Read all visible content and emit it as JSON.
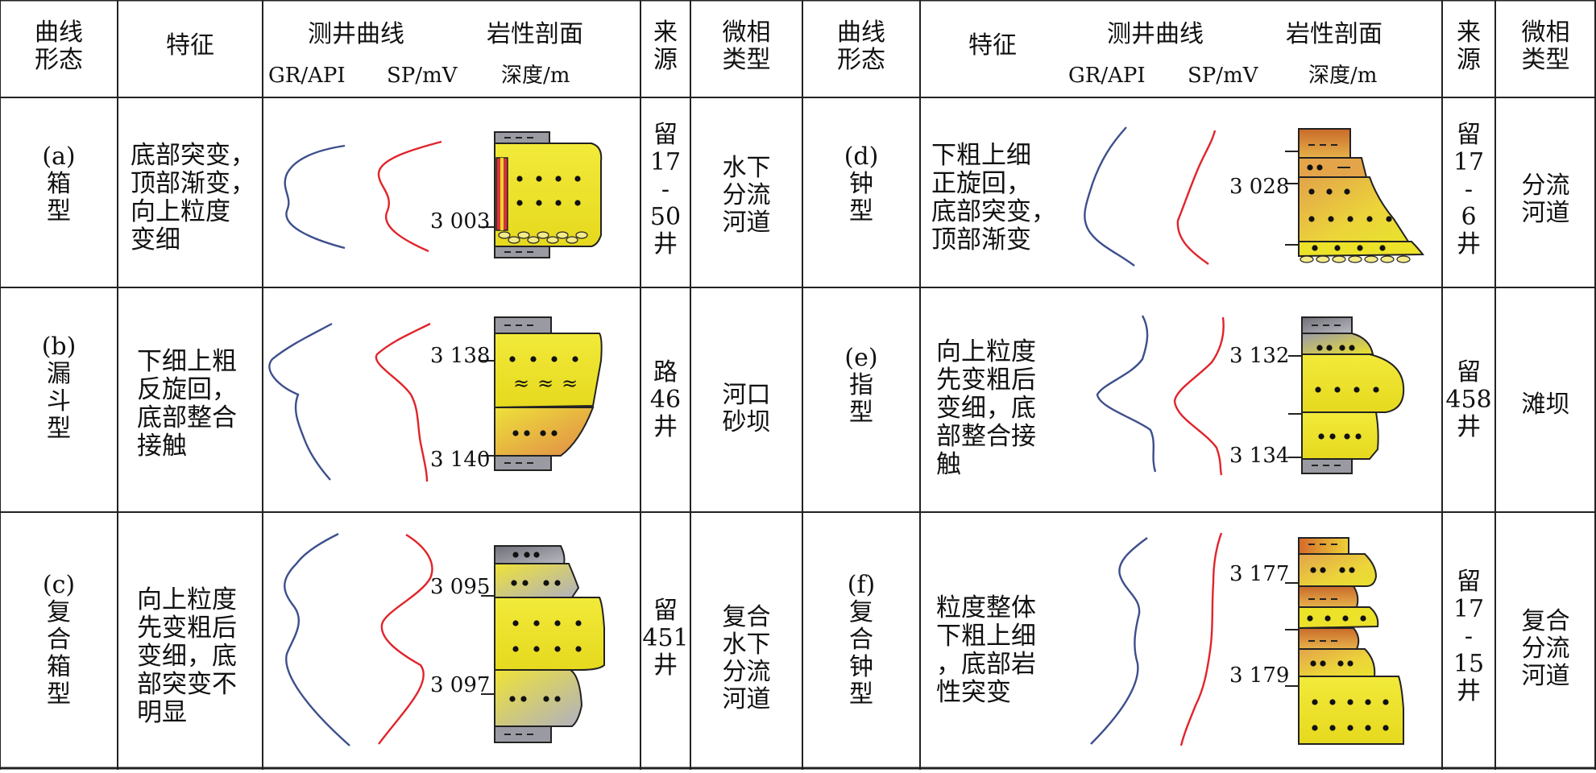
{
  "header": {
    "curve_shape": "曲线\n形态",
    "feature": "特征",
    "log_curve": "测井曲线",
    "lith_profile": "岩性剖面",
    "gr": "GR/API",
    "sp": "SP/mV",
    "depth": "深度/m",
    "source": "来\n源",
    "microfacies": "微相\n类型"
  },
  "rows": [
    {
      "shape": "(a)\n箱\n型",
      "feature": "底部突变，\n顶部渐变，\n向上粒度\n变细",
      "depths": [
        "3 003"
      ],
      "source": "留\n17\n-\n50\n井",
      "facies": "水下\n分流\n河道"
    },
    {
      "shape": "(b)\n漏\n斗\n型",
      "feature": "下细上粗\n反旋回，\n底部整合\n接触",
      "depths": [
        "3 138",
        "3 140"
      ],
      "source": "路\n46\n井",
      "facies": "河口\n砂坝"
    },
    {
      "shape": "(c)\n复\n合\n箱\n型",
      "feature": "向上粒度\n先变粗后\n变细，底\n部突变不\n明显",
      "depths": [
        "3 095",
        "3 097"
      ],
      "source": "留\n451\n井",
      "facies": "复合\n水下\n分流\n河道"
    },
    {
      "shape": "(d)\n钟\n型",
      "feature": "下粗上细\n正旋回，\n底部突变，\n顶部渐变",
      "depths": [
        "3 028"
      ],
      "source": "留\n17\n-\n6\n井",
      "facies": "分流\n河道"
    },
    {
      "shape": "(e)\n指\n型",
      "feature": "向上粒度\n先变粗后\n变细，底\n部整合接\n触",
      "depths": [
        "3 132",
        "3 134"
      ],
      "source": "留\n458\n井",
      "facies": "滩坝"
    },
    {
      "shape": "(f)\n复\n合\n钟\n型",
      "feature": "粒度整体\n下粗上细\n，底部岩\n性突变",
      "depths": [
        "3 177",
        "3 179"
      ],
      "source": "留\n17\n-\n15\n井",
      "facies": "复合\n分流\n河道"
    }
  ],
  "colors": {
    "gr_curve": "#3d4f8c",
    "sp_curve": "#e0242b",
    "sandstone": "#ece22a",
    "mudstone": "#9a9aa2",
    "coarse": "#d7893a"
  }
}
